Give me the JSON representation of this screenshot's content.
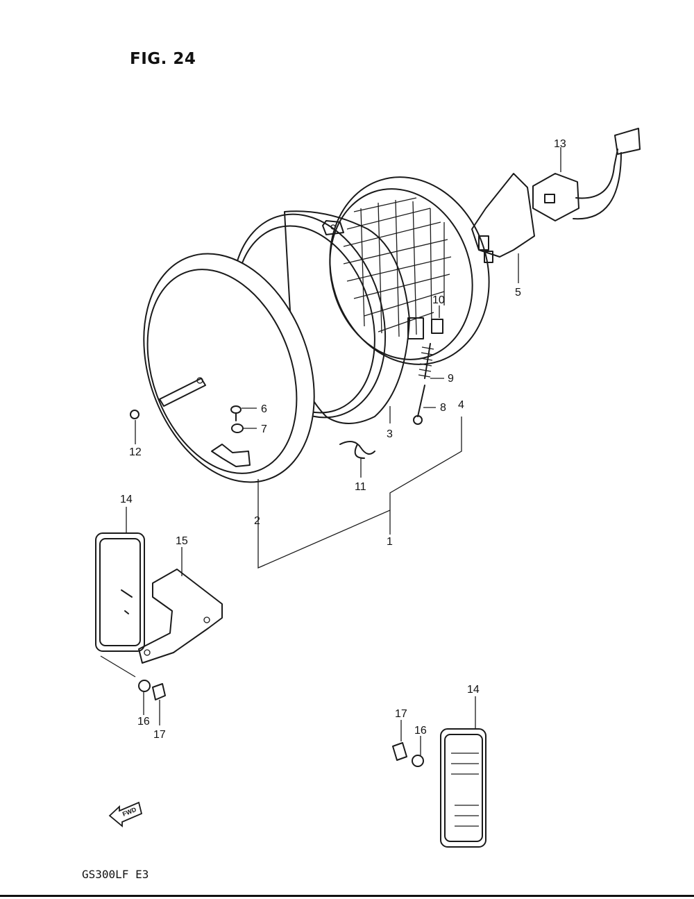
{
  "figure_title": "FIG. 24",
  "footer_model": "GS300LF E3",
  "fwd_label": "FWD",
  "callouts": [
    "1",
    "2",
    "3",
    "4",
    "5",
    "6",
    "7",
    "8",
    "9",
    "10",
    "11",
    "12",
    "13",
    "14",
    "14",
    "15",
    "16",
    "16",
    "17",
    "17"
  ]
}
